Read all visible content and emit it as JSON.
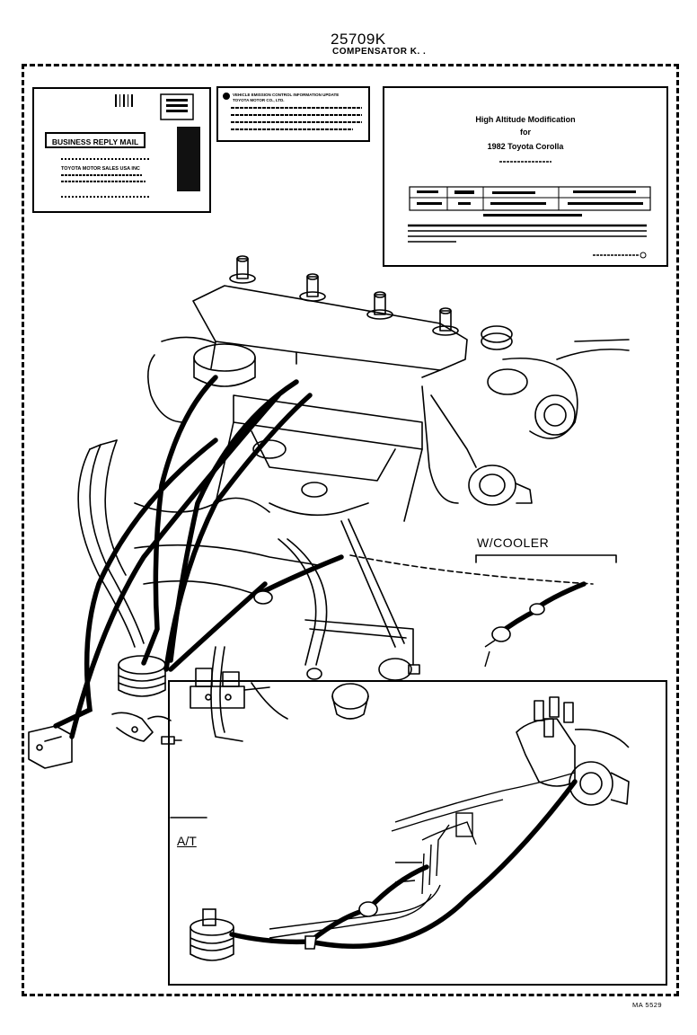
{
  "header": {
    "part_number": "25709K",
    "description": "COMPENSATOR K. ."
  },
  "reply_card": {
    "title": "BUSINESS REPLY MAIL",
    "sender": "TOYOTA MOTOR SALES USA INC"
  },
  "label_card": {
    "heading": "VEHICLE EMISSION CONTROL INFORMATION UPDATE",
    "company": "TOYOTA MOTOR CO., LTD."
  },
  "notice_card": {
    "line1": "High Altitude Modification",
    "line2": "for",
    "line3": "1982 Toyota Corolla"
  },
  "labels": {
    "w_cooler": "W/COOLER",
    "at": "A/T"
  },
  "footer": {
    "ref_code": "MA 5529"
  },
  "icons": [
    "engine-illustration",
    "vacuum-hose",
    "vacuum-valve",
    "distributor",
    "barcode",
    "hose-clamp",
    "bolt"
  ]
}
